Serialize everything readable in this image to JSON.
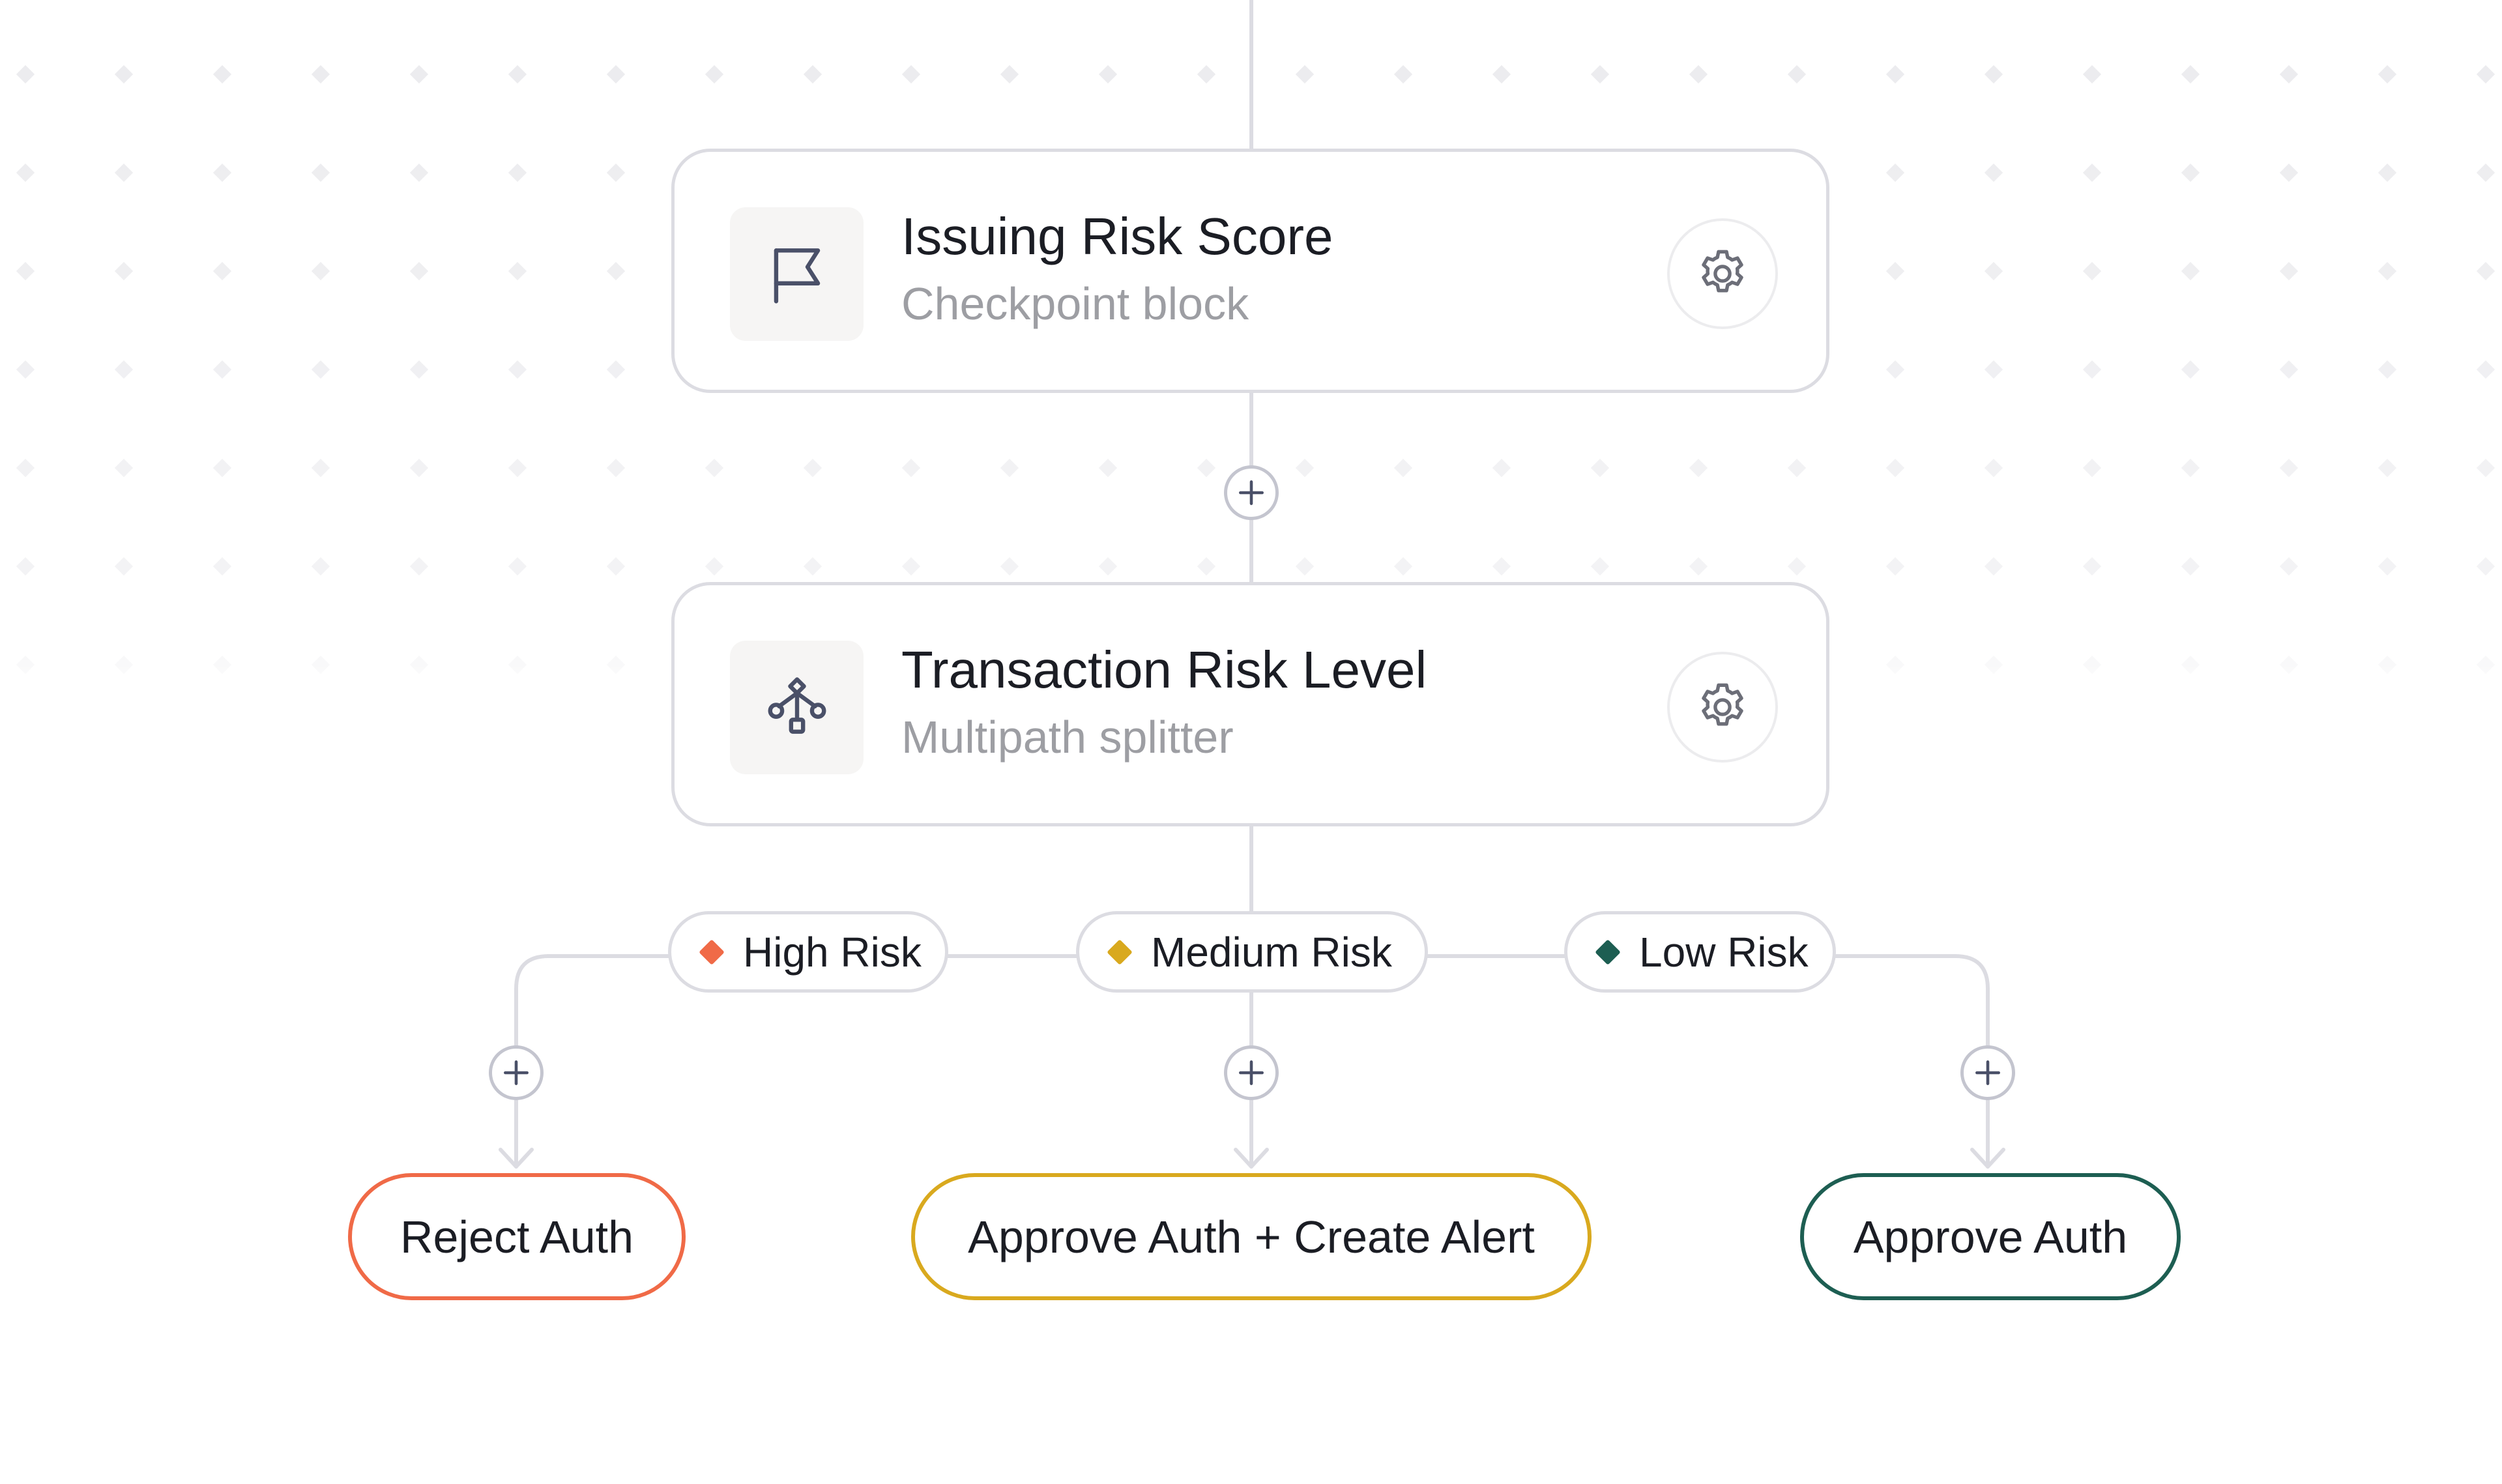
{
  "colors": {
    "high_risk": "#f06a47",
    "medium_risk": "#d9a91e",
    "low_risk": "#1d5e52",
    "connector": "#dcdce2",
    "icon": "#4a5068",
    "gear": "#6c6e78"
  },
  "nodes": {
    "checkpoint": {
      "title": "Issuing Risk Score",
      "subtitle": "Checkpoint block",
      "icon": "flag-icon",
      "action_icon": "gear-icon"
    },
    "splitter": {
      "title": "Transaction Risk Level",
      "subtitle": "Multipath splitter",
      "icon": "branch-icon",
      "action_icon": "gear-icon"
    }
  },
  "paths": [
    {
      "label": "High Risk",
      "color": "#f06a47"
    },
    {
      "label": "Medium Risk",
      "color": "#d9a91e"
    },
    {
      "label": "Low Risk",
      "color": "#1d5e52"
    }
  ],
  "outcomes": [
    {
      "label": "Reject Auth",
      "color": "#f06a47"
    },
    {
      "label": "Approve Auth + Create Alert",
      "color": "#d9a91e"
    },
    {
      "label": "Approve Auth",
      "color": "#1d5e52"
    }
  ],
  "add_step_icon": "plus-icon"
}
